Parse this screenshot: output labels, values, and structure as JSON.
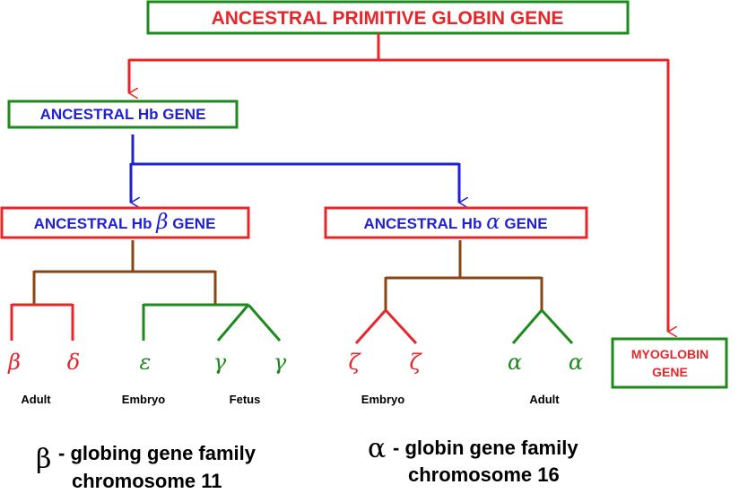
{
  "boxes": {
    "primitive": "ANCESTRAL PRIMITIVE GLOBIN GENE",
    "hb": "ANCESTRAL Hb GENE",
    "hb_beta_prefix": "ANCESTRAL Hb",
    "hb_beta_symbol": "β",
    "hb_beta_suffix": "GENE",
    "hb_alpha_prefix": "ANCESTRAL Hb",
    "hb_alpha_symbol": "α",
    "hb_alpha_suffix": "GENE",
    "myoglobin_line1": "MYOGLOBIN",
    "myoglobin_line2": "GENE"
  },
  "genes": {
    "beta": "β",
    "delta": "δ",
    "epsilon": "ε",
    "gamma1": "γ",
    "gamma2": "γ",
    "zeta1": "ζ",
    "zeta2": "ζ",
    "alpha1": "α",
    "alpha2": "α"
  },
  "stages": {
    "beta_adult": "Adult",
    "beta_embryo": "Embryo",
    "beta_fetus": "Fetus",
    "alpha_embryo": "Embryo",
    "alpha_adult": "Adult"
  },
  "captions": {
    "beta_symbol": "β",
    "beta_line1": "- globing gene family",
    "beta_line2": "chromosome 11",
    "alpha_symbol": "α",
    "alpha_line1": "- globin gene family",
    "alpha_line2": "chromosome 16"
  },
  "colors": {
    "red": "#e8262a",
    "green": "#1e8a1e",
    "blue": "#1f1fd6",
    "brown": "#8b4513"
  }
}
